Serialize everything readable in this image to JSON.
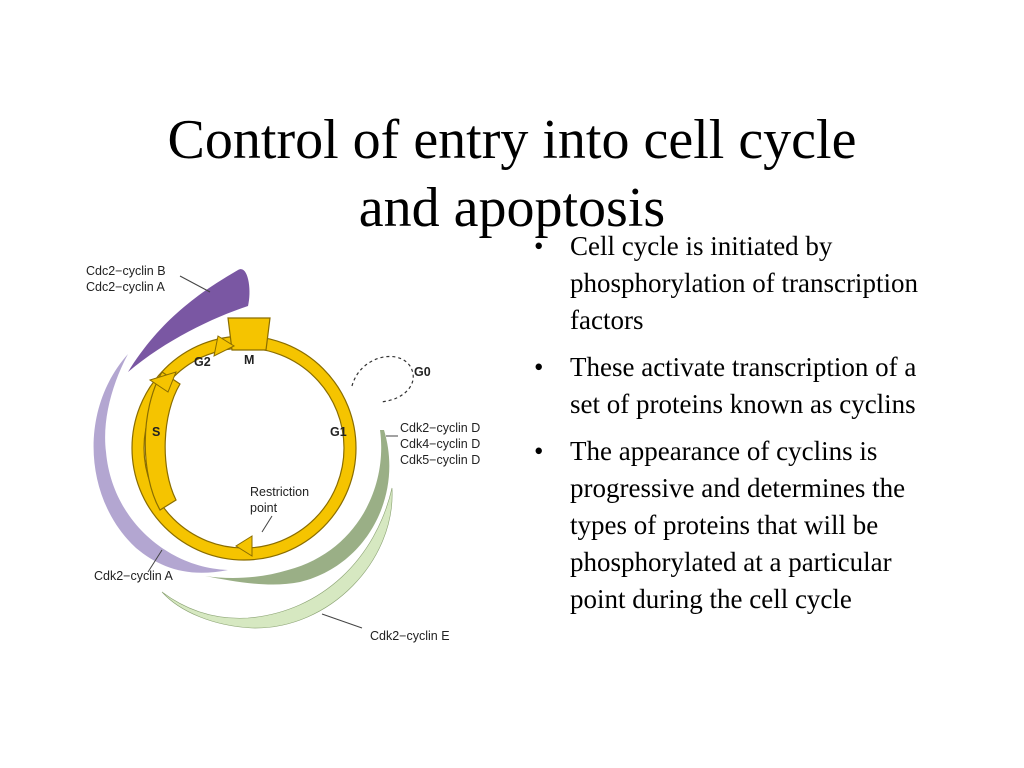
{
  "slide": {
    "title_line1": "Control of entry into cell cycle",
    "title_line2": "and apoptosis"
  },
  "diagram": {
    "phases": {
      "m": "M",
      "g1": "G1",
      "s": "S",
      "g2": "G2",
      "g0": "G0"
    },
    "restriction_line1": "Restriction",
    "restriction_line2": "point",
    "labels": {
      "cdc2_b": "Cdc2−cyclin B",
      "cdc2_a": "Cdc2−cyclin A",
      "cdk2_d": "Cdk2−cyclin D",
      "cdk4_d": "Cdk4−cyclin D",
      "cdk5_d": "Cdk5−cyclin D",
      "cdk2_a": "Cdk2−cyclin A",
      "cdk2_e": "Cdk2−cyclin E"
    },
    "colors": {
      "cycle": "#f5c400",
      "cycle_outline": "#8a6d00",
      "cyclin_b": "#7a57a3",
      "cyclin_a": "#b3a6d1",
      "cyclin_d": "#9aaf86",
      "cyclin_e": "#d6e8c1"
    }
  },
  "bullets": [
    "Cell cycle is initiated by phosphorylation of transcription factors",
    "These activate transcription of a set of proteins known as cyclins",
    "The appearance of cyclins is progressive and determines the types of proteins that will be phosphorylated at a particular point during the cell cycle"
  ]
}
